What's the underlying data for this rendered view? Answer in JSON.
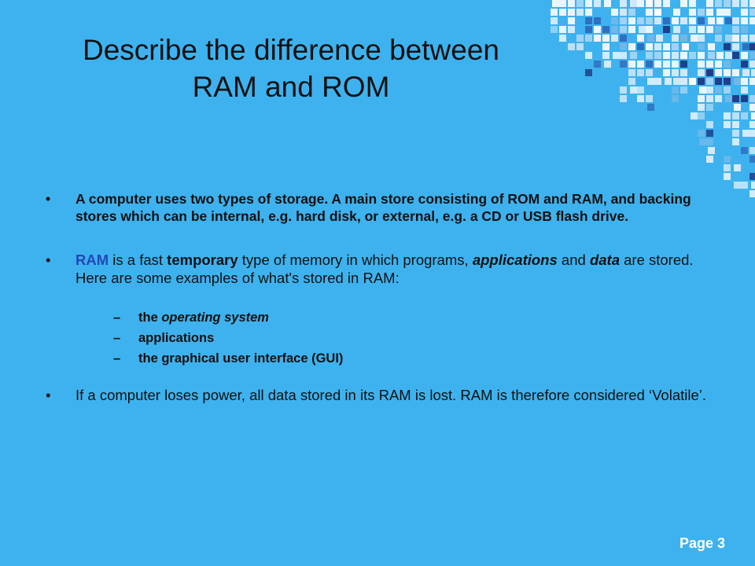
{
  "slide": {
    "title_line1": "Describe the difference between",
    "title_line2": "RAM and ROM",
    "page_label": "Page 3"
  },
  "bullets": {
    "b1_text": "A computer uses two types of storage. A main store consisting of ROM and RAM, and backing stores which can be internal, e.g. hard disk, or external, e.g. a CD or USB flash drive.",
    "b2": {
      "ram": "RAM",
      "p1": " is a fast ",
      "temporary": "temporary",
      "p2": " type of memory in which programs, ",
      "applications": "applications",
      "p3": " and ",
      "data": "data",
      "p4": " are stored. Here are some examples of what's stored in RAM:"
    },
    "sub": {
      "item1_prefix": "the ",
      "item1_italic": "operating system",
      "item2": "applications",
      "item3": "the graphical user interface (GUI)"
    },
    "b3_text": "If a computer loses power, all data stored in its RAM is lost. RAM is therefore considered ‘Volatile’."
  },
  "symbols": {
    "bullet": "•",
    "dash": "–"
  },
  "colors": {
    "background": "#3eb2ee",
    "ram_highlight": "#2048b8",
    "decor_dark": "#1f3f8a",
    "decor_light": "#eaf6ff"
  }
}
